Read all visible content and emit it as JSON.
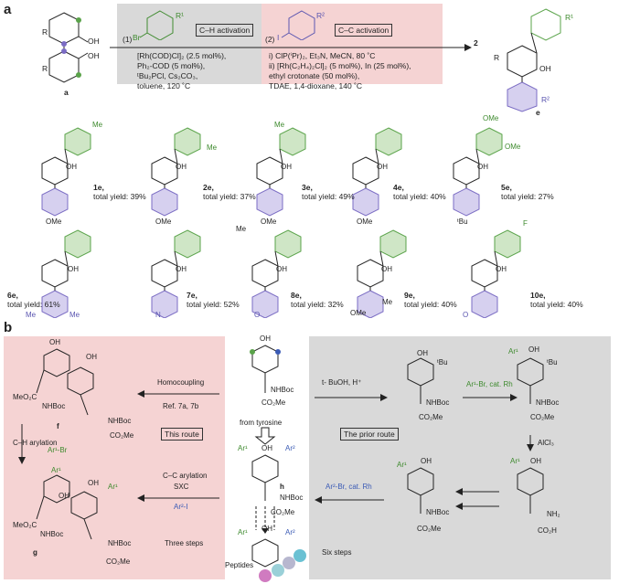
{
  "panel_a": {
    "label": "a",
    "start_label": "a",
    "step1": {
      "num": "(1)",
      "box": "C–H activation",
      "r_sub": "R",
      "r_sup": "1",
      "br": "Br",
      "conditions": [
        "[Rh(COD)Cl]₂ (2.5 mol%),",
        "Ph₂-COD (5 mol%),",
        "ᵗBu₂PCl, Cs₂CO₃,",
        "toluene, 120 ˚C"
      ]
    },
    "step2": {
      "num": "(2)",
      "box": "C–C activation",
      "i": "I",
      "r2": "R²",
      "conditions": [
        "i) ClP(ⁱPr)₂, Et₃N, MeCN, 80 ˚C",
        "ii) [Rh(C₂H₄)₂Cl]₂ (5 mol%), In (25 mol%),",
        "ethyl crotonate (50 mol%),",
        "TDAE, 1,4-dioxane, 140 ˚C"
      ]
    },
    "arrow_num": "2",
    "product_label": "e",
    "compounds": [
      {
        "id": "1e,",
        "yield": "total yield: 39%"
      },
      {
        "id": "2e,",
        "yield": "total yield: 37%"
      },
      {
        "id": "3e,",
        "yield": "total yield: 49%"
      },
      {
        "id": "4e,",
        "yield": "total yield: 40%"
      },
      {
        "id": "5e,",
        "yield": "total yield: 27%"
      },
      {
        "id": "6e,",
        "yield": "total yield: 61%"
      },
      {
        "id": "7e,",
        "yield": "total yield: 52%"
      },
      {
        "id": "8e,",
        "yield": "total yield: 32%"
      },
      {
        "id": "9e,",
        "yield": "total yield: 40%"
      },
      {
        "id": "10e,",
        "yield": "total yield: 40%"
      }
    ],
    "labels": {
      "me": "Me",
      "ome": "OMe",
      "oh": "OH",
      "tbu": "ᵗBu",
      "f": "F",
      "r": "R",
      "r1": "R¹",
      "r2": "R²",
      "n": "N",
      "o": "O"
    }
  },
  "panel_b": {
    "label": "b",
    "left": {
      "homocoupling": "Homocoupling",
      "ref": "Ref. 7a, 7b",
      "f_label": "f",
      "ch_arylation": "C–H arylation",
      "ar1br": "Ar¹-Br",
      "this_route": "This route",
      "g_label": "g",
      "cc_arylation": "C–C arylation",
      "sxc": "SXC",
      "ar2i": "Ar²-I",
      "three_steps": "Three steps",
      "meo2c": "MeO₂C",
      "nhboc": "NHBoc",
      "co2me": "CO₂Me",
      "oh": "OH",
      "ar1": "Ar¹"
    },
    "center": {
      "oh": "OH",
      "nhboc": "NHBoc",
      "co2me": "CO₂Me",
      "from_tyrosine": "from tyrosine",
      "h_label": "h",
      "ar1": "Ar¹",
      "ar2": "Ar²",
      "peptides": "Peptides"
    },
    "right": {
      "tbuoh": "t- BuOH, H⁺",
      "ar1br_rh": "Ar¹-Br, cat. Rh",
      "prior_route": "The prior route",
      "alcl3": "AlCl₃",
      "ar2br_rh": "Ar²-Br, cat. Rh",
      "six_steps": "Six steps",
      "tbu": "ᵗBu",
      "oh": "OH",
      "nhboc": "NHBoc",
      "co2me": "CO₂Me",
      "nh2": "NH₂",
      "co2h": "CO₂H",
      "ar1": "Ar¹"
    }
  },
  "colors": {
    "gray_box": "#d9d9d9",
    "pink_box": "#f5d3d3",
    "green": "#5aa34a",
    "purple": "#7b6cc4",
    "blue_text": "#3b5bb5",
    "green_text": "#3e8a2e"
  }
}
